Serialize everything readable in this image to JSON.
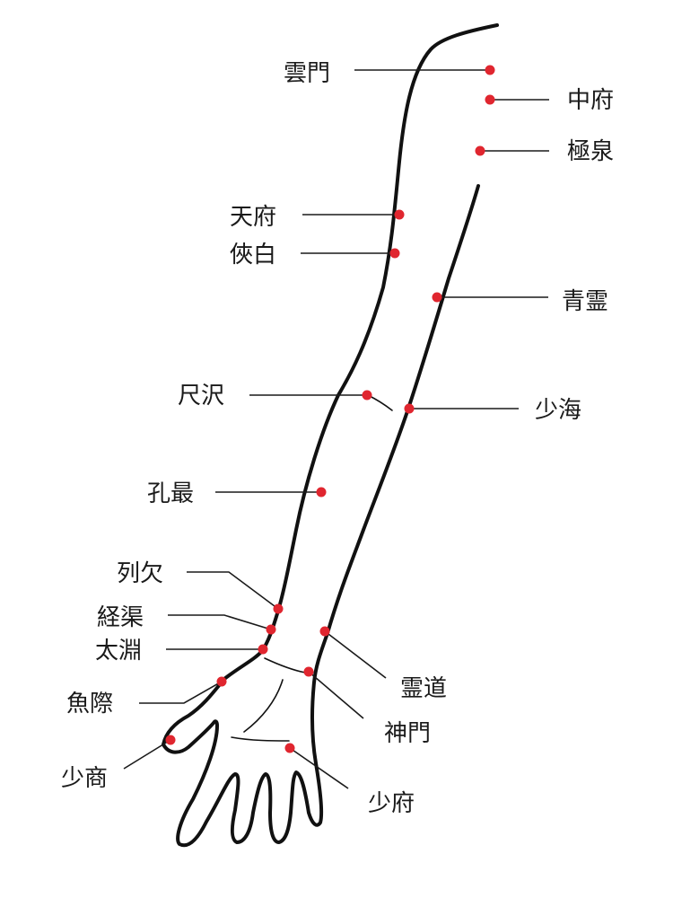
{
  "point_color": "#e0262f",
  "points": [
    {
      "key": "unmon",
      "label": "雲門"
    },
    {
      "key": "chufu",
      "label": "中府"
    },
    {
      "key": "kyokusen",
      "label": "極泉"
    },
    {
      "key": "tenpu",
      "label": "天府"
    },
    {
      "key": "kyohaku",
      "label": "俠白"
    },
    {
      "key": "seirei",
      "label": "青霊"
    },
    {
      "key": "shakutaku",
      "label": "尺沢"
    },
    {
      "key": "shoukai",
      "label": "少海"
    },
    {
      "key": "kousai",
      "label": "孔最"
    },
    {
      "key": "rekketsu",
      "label": "列欠"
    },
    {
      "key": "keikyo",
      "label": "経渠"
    },
    {
      "key": "taien",
      "label": "太淵"
    },
    {
      "key": "reidou",
      "label": "霊道"
    },
    {
      "key": "shinmon",
      "label": "神門"
    },
    {
      "key": "gyosai",
      "label": "魚際"
    },
    {
      "key": "shoushou",
      "label": "少商"
    },
    {
      "key": "shoufu",
      "label": "少府"
    }
  ]
}
